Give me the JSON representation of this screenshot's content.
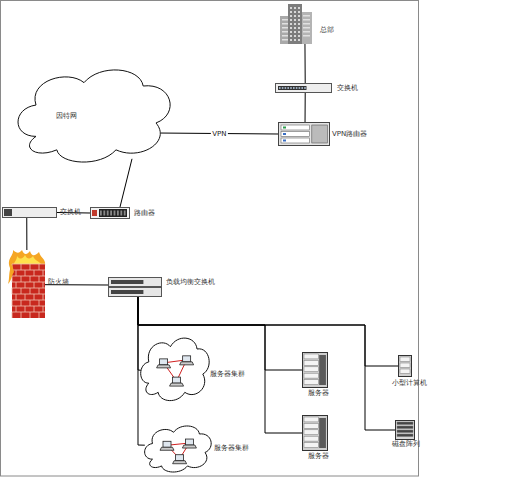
{
  "diagram": {
    "nodes": [
      {
        "text": [
          "因特网"
        ]
      },
      {
        "text": [
          "总部"
        ]
      },
      {
        "text": [
          "交换机"
        ]
      },
      {
        "text": [
          "VPN路由器"
        ]
      },
      {
        "text": [
          "交换机"
        ]
      },
      {
        "text": [
          "路由器"
        ]
      },
      {
        "text": [
          "防火墙"
        ]
      },
      {
        "text": [
          "负载均衡交换机"
        ]
      },
      {
        "text": [
          "服务器集群"
        ]
      },
      {
        "text": [
          "服务器"
        ]
      },
      {
        "text": [
          "小型计算机"
        ]
      },
      {
        "text": [
          "服务器"
        ]
      },
      {
        "text": [
          "磁盘阵列"
        ]
      },
      {
        "text": [
          "服务器集群"
        ]
      }
    ],
    "edges": [
      {
        "from": 1,
        "to": 2,
        "arrow": "none"
      },
      {
        "from": 2,
        "to": 3,
        "arrow": "none"
      },
      {
        "from": 0,
        "to": 3,
        "label": "VPN",
        "arrow": "none"
      },
      {
        "from": 0,
        "to": 5,
        "arrow": "none"
      },
      {
        "from": 4,
        "to": 5,
        "arrow": "none"
      },
      {
        "from": 4,
        "to": 6,
        "arrow": "none"
      },
      {
        "from": 6,
        "to": 7,
        "arrow": "none"
      },
      {
        "from": 7,
        "to": 8,
        "arrow": "none"
      },
      {
        "from": 7,
        "to": 9,
        "arrow": "none"
      },
      {
        "from": 7,
        "to": 10,
        "arrow": "none"
      },
      {
        "from": 7,
        "to": 11,
        "arrow": "none"
      },
      {
        "from": 7,
        "to": 12,
        "arrow": "none"
      },
      {
        "from": 7,
        "to": 13,
        "arrow": "none"
      }
    ]
  }
}
